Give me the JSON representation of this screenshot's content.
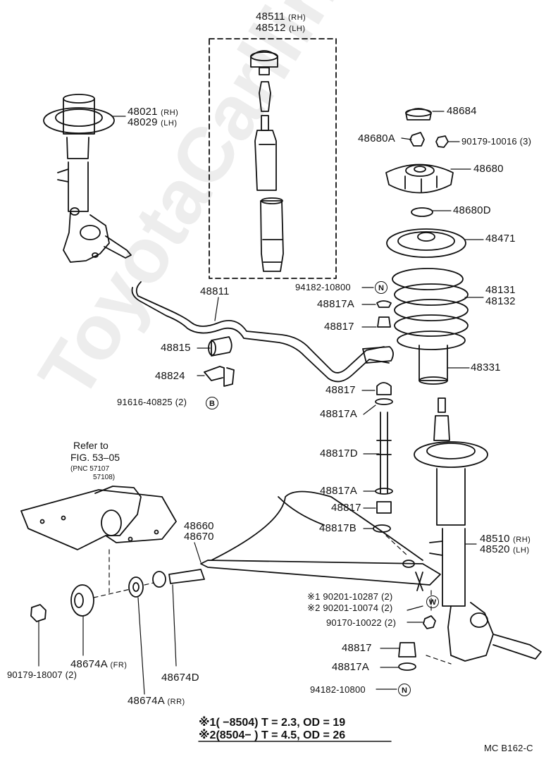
{
  "labels": {
    "p48511": "48511",
    "p48512": "48512",
    "rh": "(RH)",
    "lh": "(LH)",
    "p48021": "48021",
    "p48029": "48029",
    "p48684": "48684",
    "p48680A": "48680A",
    "p90179_10016": "90179-10016 (3)",
    "p48680": "48680",
    "p48680D": "48680D",
    "p48471": "48471",
    "p94182_top": "94182-10800",
    "p48817A_1": "48817A",
    "p48817_1": "48817",
    "p48131": "48131",
    "p48132": "48132",
    "p48811": "48811",
    "p48815": "48815",
    "p48824": "48824",
    "p48331": "48331",
    "p91616": "91616-40825 (2)",
    "p48817_2": "48817",
    "p48817A_2": "48817A",
    "p48817D": "48817D",
    "p48817A_3": "48817A",
    "p48817_3": "48817",
    "p48817B": "48817B",
    "p48660": "48660",
    "p48670": "48670",
    "p48510": "48510",
    "p48520": "48520",
    "p90201_1": "※1 90201-10287 (2)",
    "p90201_2": "※2 90201-10074 (2)",
    "p90170": "90170-10022 (2)",
    "p48817_4": "48817",
    "p48817A_4": "48817A",
    "p94182_bot": "94182-10800",
    "p90179_18007": "90179-18007 (2)",
    "p48674A_fr": "48674A",
    "fr": "(FR)",
    "p48674D": "48674D",
    "p48674A_rr": "48674A",
    "rr": "(RR)"
  },
  "refer": {
    "line1": "Refer to",
    "line2": "FIG. 53–05",
    "line3": "(PNC 57107",
    "line4": "57108)"
  },
  "callouts": {
    "n": "N",
    "b": "B",
    "w": "W"
  },
  "notes": {
    "n1": "※1(      −8504) T = 2.3, OD = 19",
    "n2": "※2(8504−        ) T = 4.5, OD = 26"
  },
  "code": "MC B162-C",
  "watermark": "ToyotaCarlline.ru"
}
